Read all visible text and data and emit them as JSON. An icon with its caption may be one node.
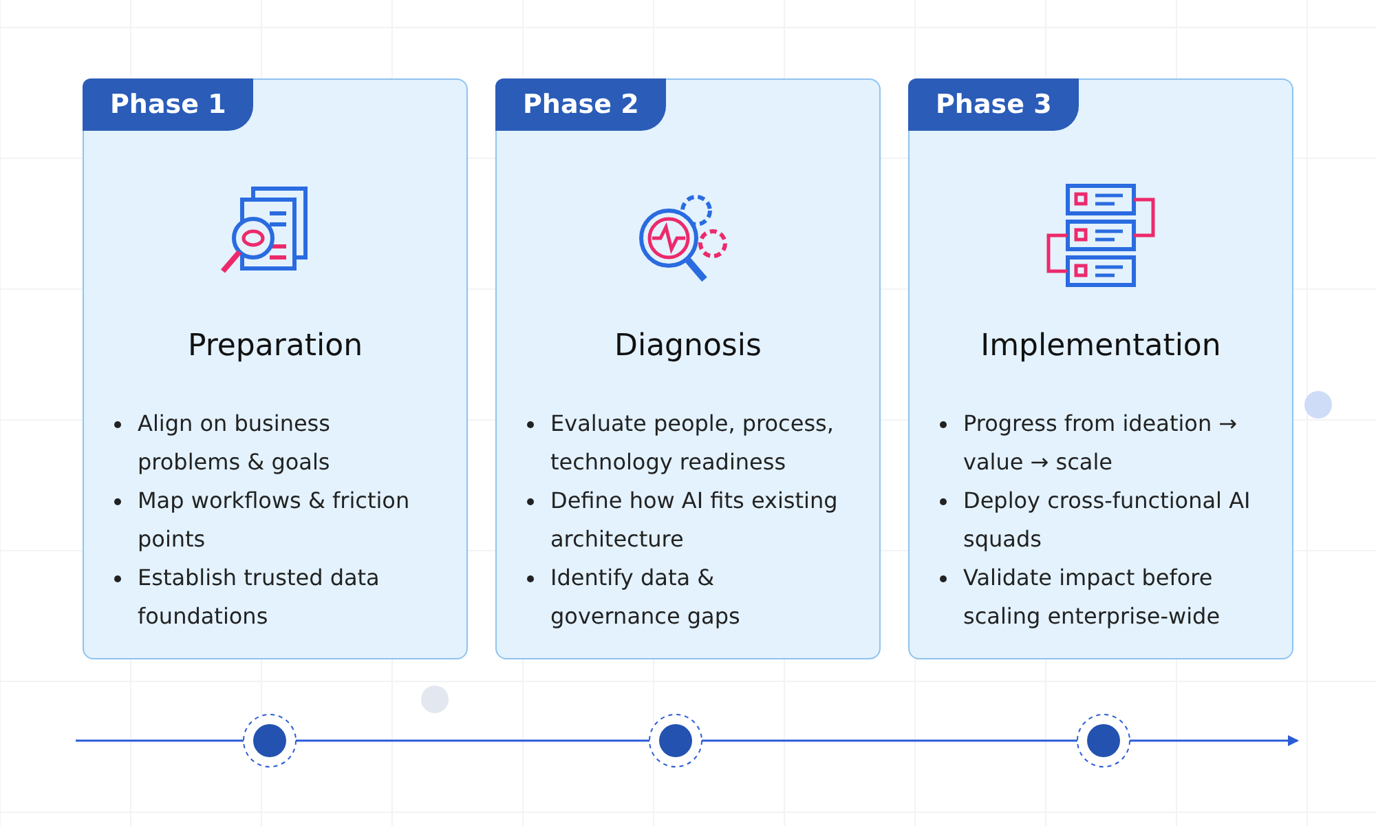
{
  "diagram": {
    "nodes": [
      {
        "text": [
          "Phase 1",
          "Preparation",
          "Align on business problems & goals",
          "Map workflows & friction points",
          "Establish trusted data foundations"
        ]
      },
      {
        "text": [
          "Phase 2",
          "Diagnosis",
          "Evaluate people, process, technology readiness",
          "Define how AI fits existing architecture",
          "Identify data & governance gaps"
        ]
      },
      {
        "text": [
          "Phase 3",
          "Implementation",
          "Progress from ideation → value → scale",
          "Deploy cross-functional AI squads",
          "Validate impact before scaling enterprise-wide"
        ]
      }
    ]
  }
}
